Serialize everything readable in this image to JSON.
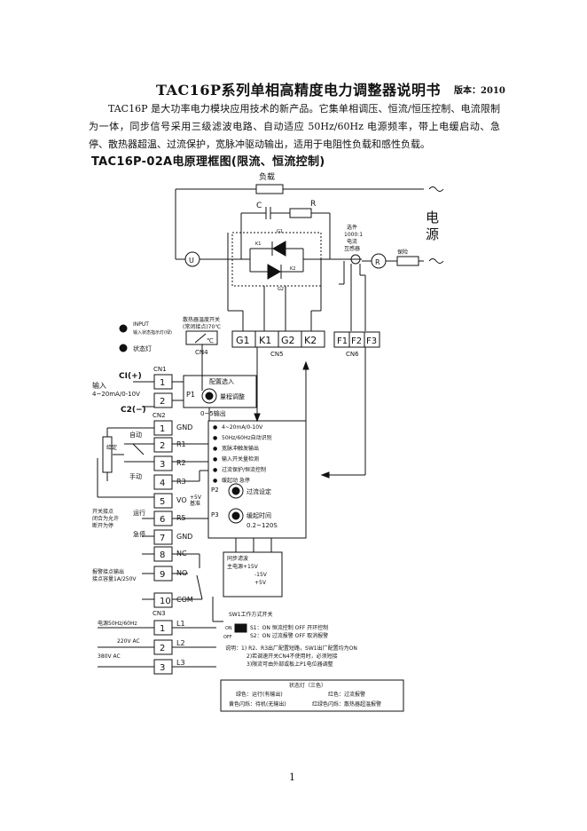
{
  "doc": {
    "title": "TAC16P系列单相高精度电力调整器说明书",
    "version": "版本：2010",
    "intro": "TAC16P 是大功率电力模块应用技术的新产品。它集单相调压、恒流/恒压控制、电流限制为一体，同步信号采用三级滤波电路、自动适应 50Hz/60Hz 电源频率，带上电缓启动、急停、散热器超温、过流保护，宽脉冲驱动输出，适用于电阻性负载和感性负载。",
    "section_title": "TAC16P-02A电原理框图(限流、恒流控制)",
    "page_number": "1"
  },
  "diagram": {
    "load": "负载",
    "cap": "C",
    "res": "R",
    "power_source": [
      "电",
      "源"
    ],
    "g1": "G1",
    "k1": "K1",
    "k2": "K2",
    "g2": "G2",
    "u_node": "U",
    "r_node": "R",
    "ct_lines": [
      "选件",
      "1000:1",
      "电流",
      "互感器"
    ],
    "fuse": "保险",
    "input_led": "INPUT",
    "input_led_sub": "输入状态指示灯(绿)",
    "status_led": "状态灯",
    "temp_switch": [
      "散热器温度开关",
      "(常闭接点)70℃"
    ],
    "cn4": "CN4",
    "cn5": "CN5",
    "cn6": "CN6",
    "cn5_pins": [
      "G1",
      "K1",
      "G2",
      "K2"
    ],
    "cn6_pins": [
      "F1",
      "F2",
      "F3"
    ],
    "cn1": "CN1",
    "cn2": "CN2",
    "cn3": "CN3",
    "ci_plus": "CI(+)",
    "ci_minus": "C2(−)",
    "input_label": [
      "输入",
      "4~20mA/0-10V"
    ],
    "p1_label": "P1",
    "p1_desc": "配置选入",
    "p1_adj": "量程调整",
    "out_05": "0~5输出",
    "cn2_pins": [
      {
        "num": "1",
        "label": "GND"
      },
      {
        "num": "2",
        "label": "R1"
      },
      {
        "num": "3",
        "label": "R2"
      },
      {
        "num": "4",
        "label": "R3"
      },
      {
        "num": "5",
        "label": "VO"
      },
      {
        "num": "6",
        "label": "R5"
      },
      {
        "num": "7",
        "label": "GND"
      },
      {
        "num": "8",
        "label": "NC"
      },
      {
        "num": "9",
        "label": "NO"
      },
      {
        "num": "10",
        "label": "COM"
      }
    ],
    "auto": "自动",
    "manual": "手动",
    "pot_label": "给定",
    "vo_note": [
      "+5V",
      "基准"
    ],
    "switch_note": [
      "开关接点",
      "闭合为允许",
      "断开为停"
    ],
    "run": "运行",
    "stop": "急停",
    "alarm_note": [
      "报警接点输出",
      "接点容量1A/250V"
    ],
    "board_lines": [
      "4~20mA/0-10V",
      "50Hz/60Hz自动识别",
      "宽脉冲触发输出",
      "输入开关量检测",
      "过流保护/恒流控制",
      "缓起动 急停"
    ],
    "p2_label": "P2",
    "p2_desc": "过流设定",
    "p3_label": "P3",
    "p3_desc": [
      "缓起时间",
      "0.2~120S"
    ],
    "psu": [
      "同步滤波",
      "主电源+15V",
      "-15V",
      "+5V"
    ],
    "sw_title": "SW1工作方式开关",
    "sw_on": "ON",
    "sw_off": "OFF",
    "sw_s1": "S1：ON 恒流控制   OFF 开环控制",
    "sw_s2": "S2：ON 过流报警   OFF 取消报警",
    "sw_note1": "说明：1) R2、R3出厂配置短路，SW1出厂配置均为ON",
    "sw_note2": "2)若调速开关CN4不使用时，必须短接",
    "sw_note3": "3)限流可由外部或板上P1电位器调整",
    "power_in": "电源50Hz/60Hz",
    "v220": "220V AC",
    "v380": "380V AC",
    "cn3_pins": [
      {
        "num": "1",
        "label": "L1"
      },
      {
        "num": "2",
        "label": "L2"
      },
      {
        "num": "3",
        "label": "L3"
      }
    ],
    "led_title": "状态灯（三色）",
    "led_line1a": "绿色：运行(有输出)",
    "led_line1b": "红色：过流报警",
    "led_line2a": "黄色闪烁：待机(无输出)",
    "led_line2b": "红绿色闪烁：散热器超温报警"
  },
  "colors": {
    "ink": "#111111",
    "paper": "#ffffff"
  }
}
